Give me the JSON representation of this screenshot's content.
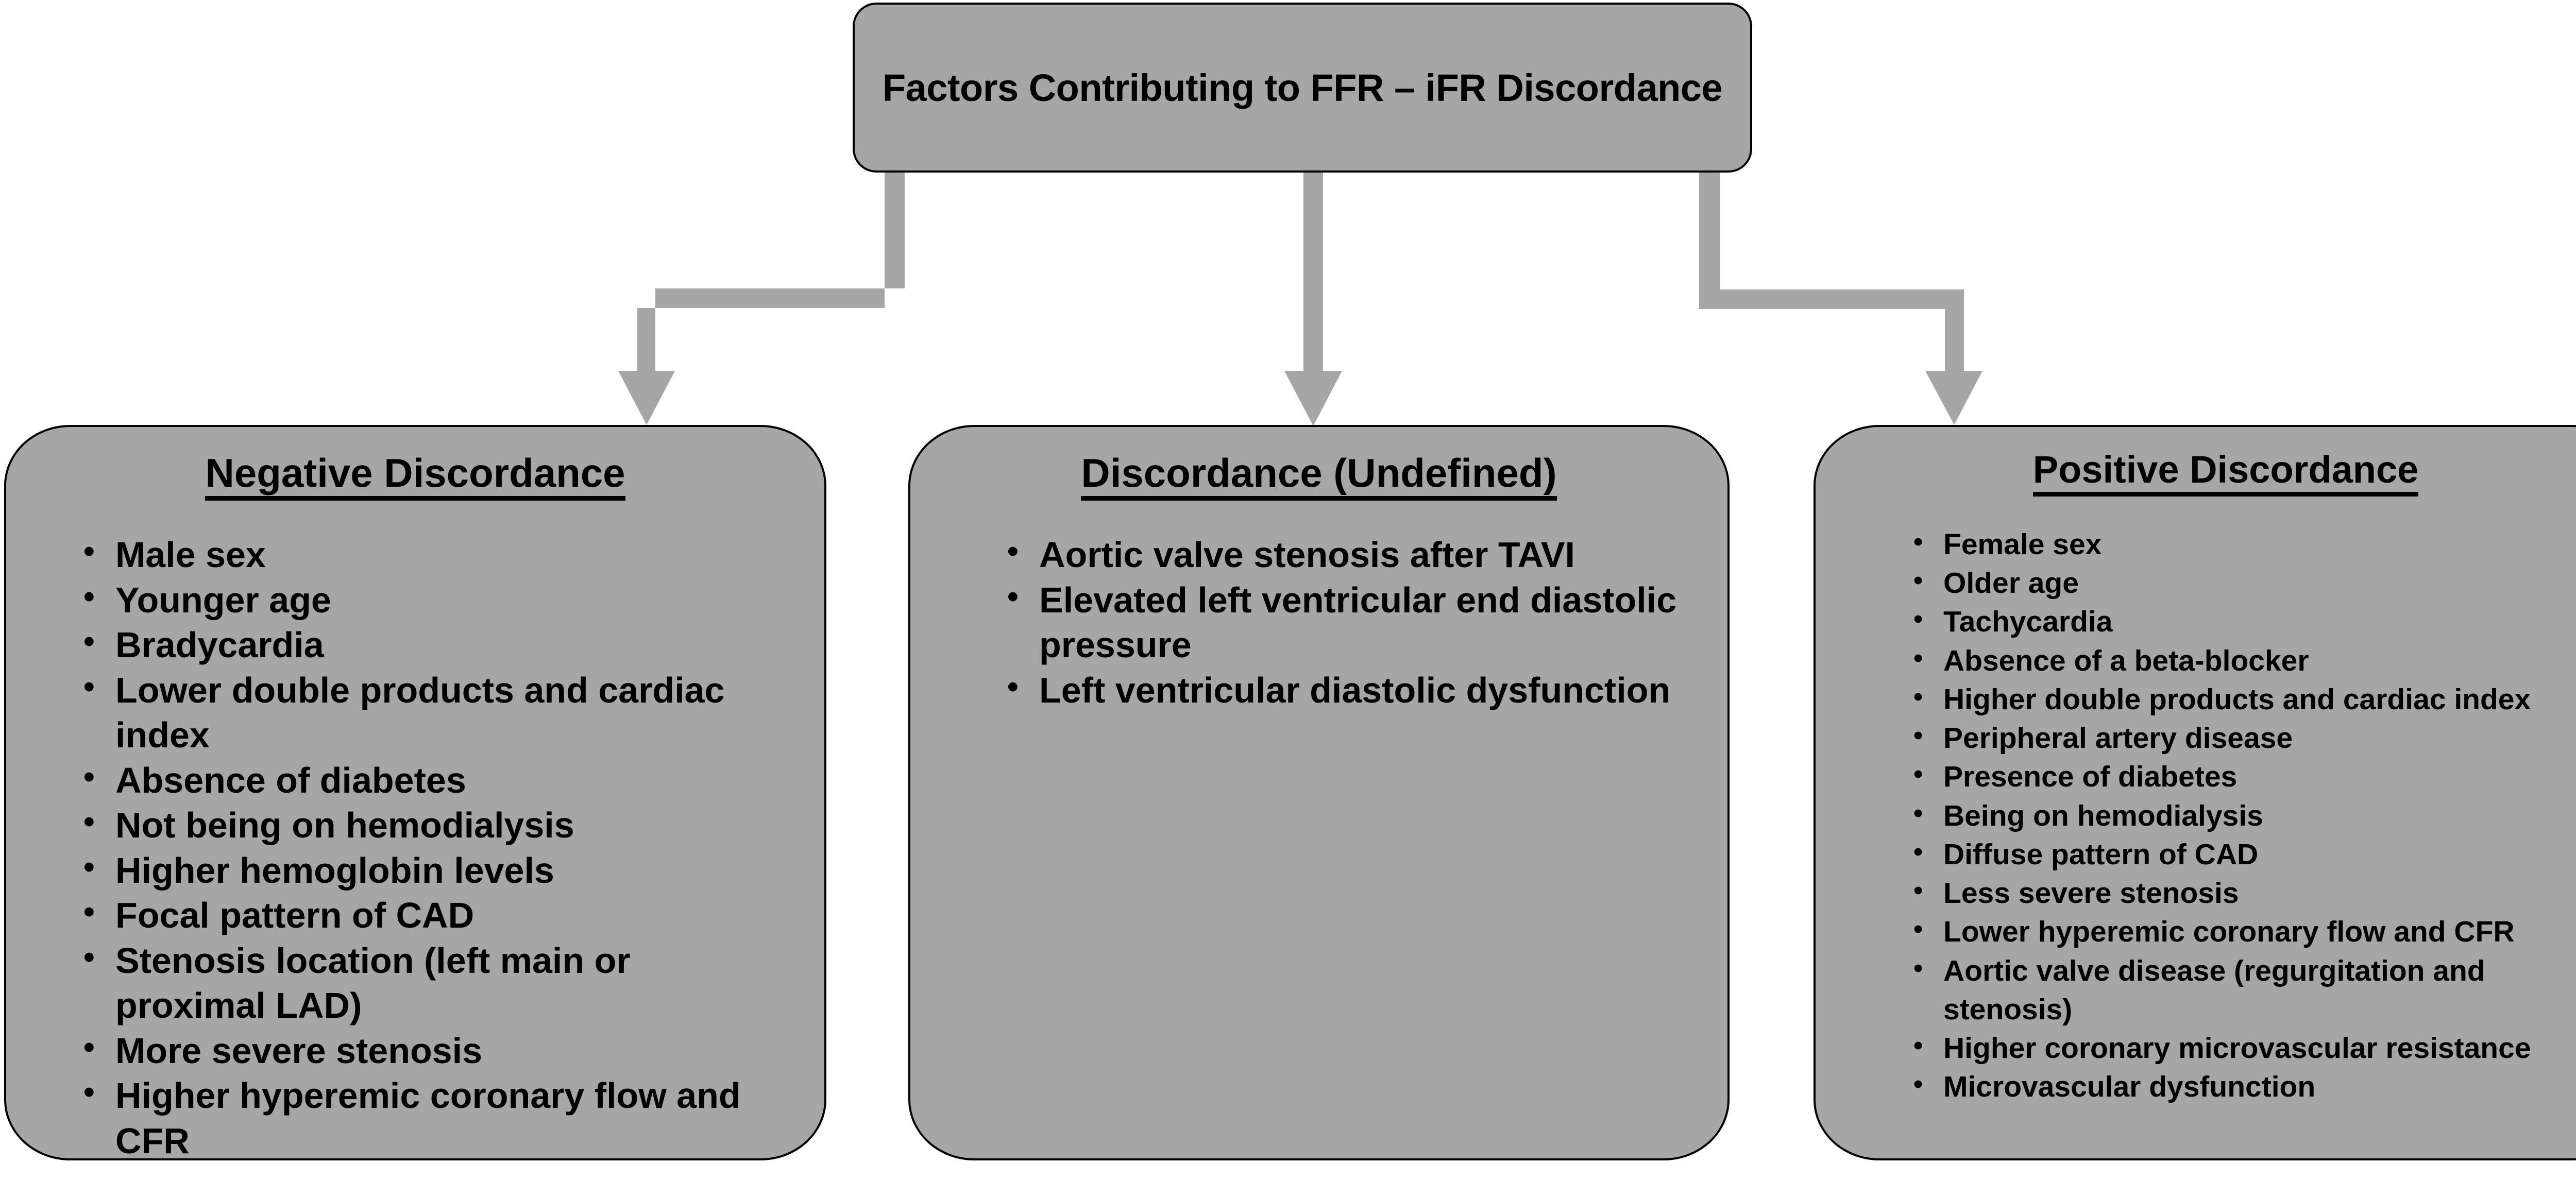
{
  "diagram": {
    "title": "Factors Contributing to FFR – iFR Discordance",
    "colors": {
      "node_fill": "#a6a6a6",
      "node_border": "#000000",
      "connector": "#a6a6a6",
      "text": "#000000",
      "background": "#ffffff"
    },
    "connectors": [
      {
        "name": "connector-to-negative",
        "from": "title",
        "to": "negative-discordance",
        "style": "elbow-arrow"
      },
      {
        "name": "connector-to-undefined",
        "from": "title",
        "to": "discordance-undefined",
        "style": "straight-arrow"
      },
      {
        "name": "connector-to-positive",
        "from": "title",
        "to": "positive-discordance",
        "style": "elbow-arrow"
      }
    ],
    "columns": [
      {
        "id": "negative-discordance",
        "heading": "Negative Discordance",
        "items": [
          "Male sex",
          "Younger age",
          "Bradycardia",
          "Lower double products and cardiac index",
          "Absence of diabetes",
          "Not being on hemodialysis",
          "Higher hemoglobin levels",
          "Focal pattern of CAD",
          "Stenosis location (left main or proximal LAD)",
          "More severe stenosis",
          "Higher hyperemic coronary flow and CFR"
        ]
      },
      {
        "id": "discordance-undefined",
        "heading": "Discordance (Undefined)",
        "items": [
          "Aortic valve stenosis after TAVI",
          "Elevated left ventricular end diastolic pressure",
          "Left ventricular diastolic dysfunction"
        ]
      },
      {
        "id": "positive-discordance",
        "heading": "Positive Discordance",
        "items": [
          "Female sex",
          "Older age",
          "Tachycardia",
          "Absence of a beta-blocker",
          "Higher double products and cardiac index",
          "Peripheral artery disease",
          "Presence of diabetes",
          "Being on hemodialysis",
          "Diffuse pattern of CAD",
          "Less severe stenosis",
          "Lower hyperemic coronary flow and CFR",
          "Aortic valve disease (regurgitation and stenosis)",
          "Higher coronary microvascular resistance",
          "Microvascular dysfunction"
        ]
      }
    ]
  }
}
